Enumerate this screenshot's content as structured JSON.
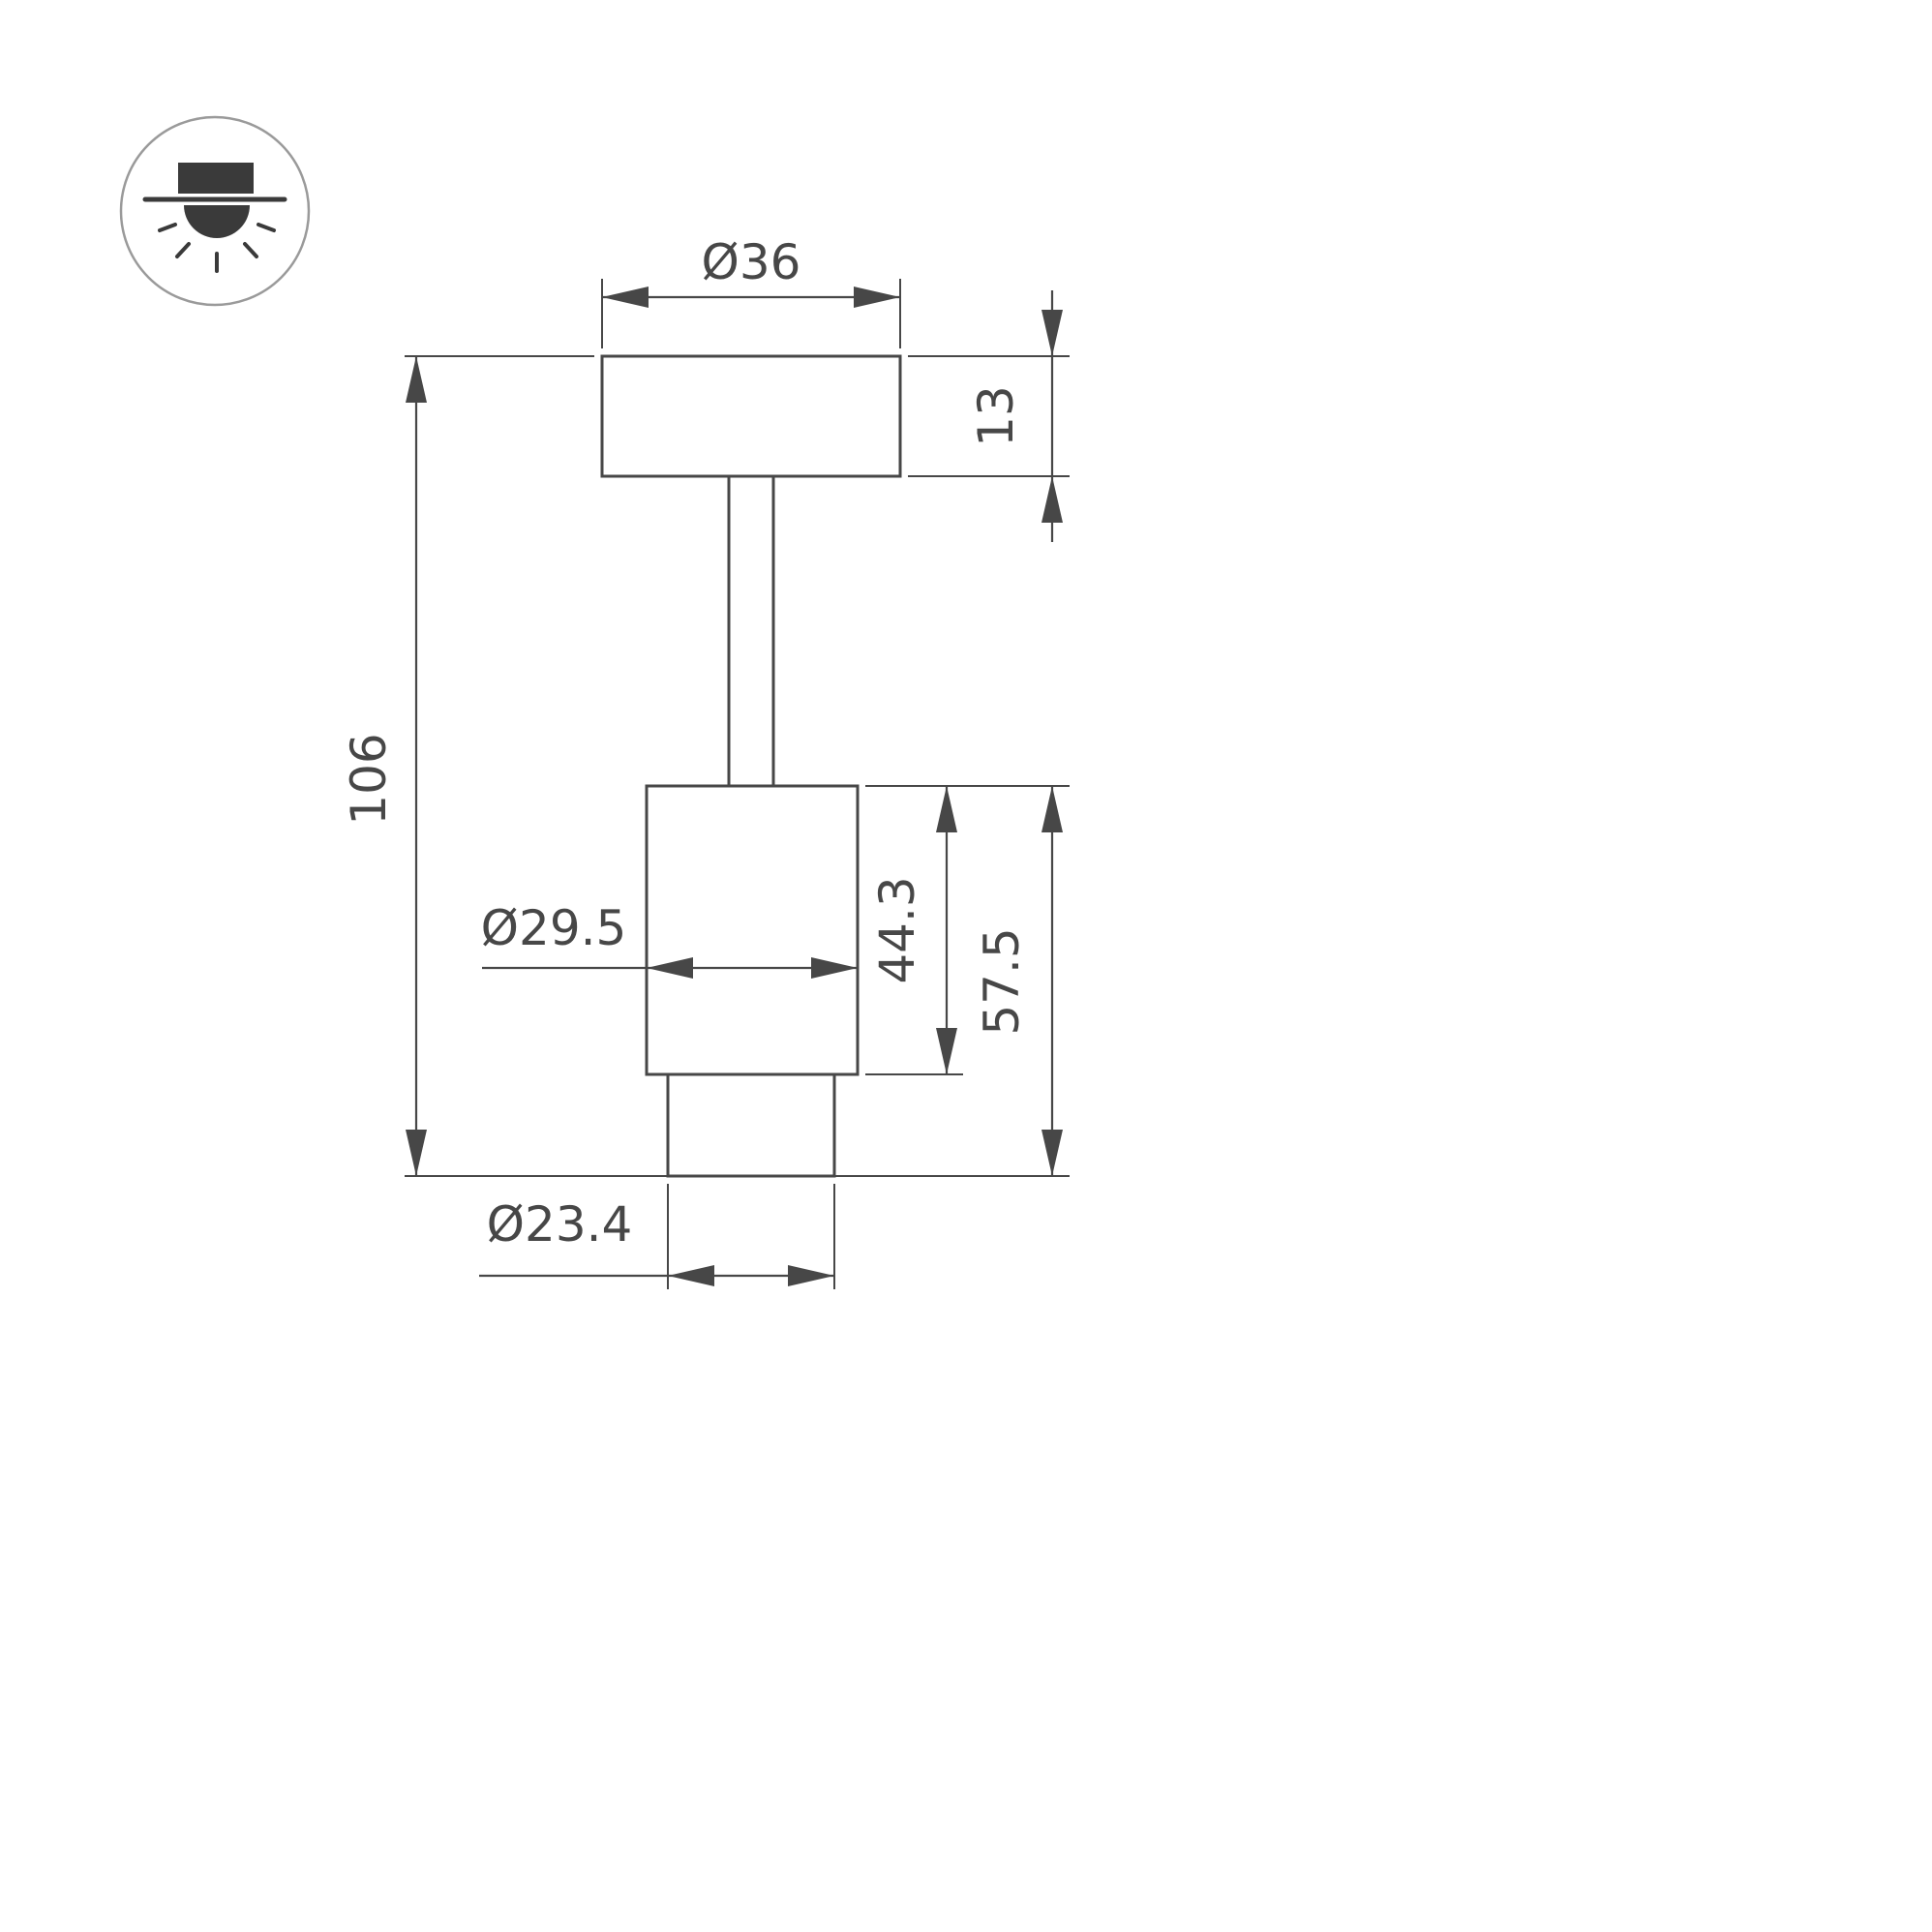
{
  "drawing": {
    "background": "#ffffff",
    "line_color": "#474747",
    "icon_color": "#3a3a3a"
  },
  "icon": {
    "name": "surface-mounted-downlight-icon"
  },
  "dimensions": {
    "canopy_diameter": "Ø36",
    "canopy_height": "13",
    "total_height": "106",
    "body_diameter": "Ø29.5",
    "body_height": "44.3",
    "lower_height": "57.5",
    "bottom_diameter": "Ø23.4"
  }
}
